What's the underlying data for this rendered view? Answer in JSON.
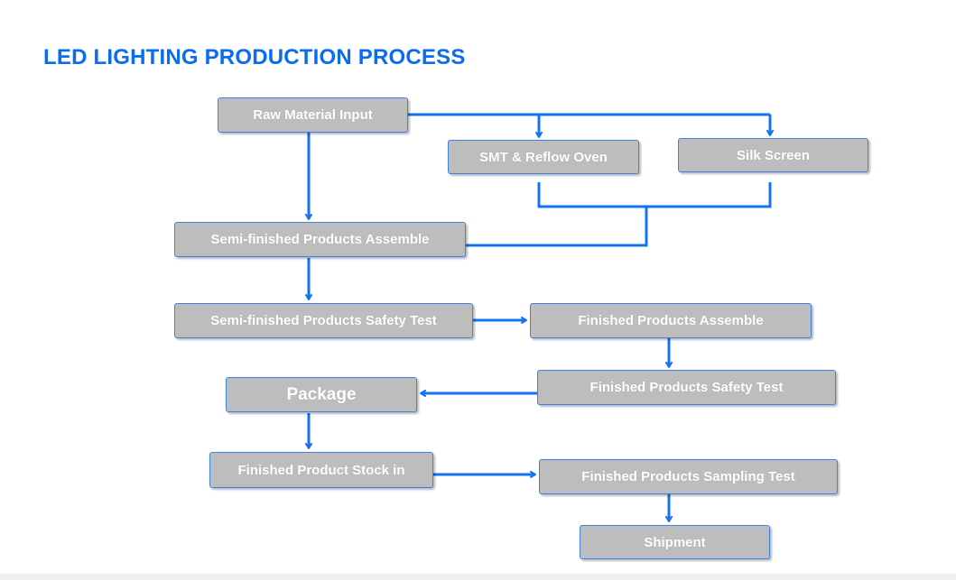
{
  "title": "LED LIGHTING PRODUCTION PROCESS",
  "colors": {
    "accent": "#0a6cf0",
    "box_fill": "#bdbdbd",
    "box_border": "#3d82e6",
    "box_text": "#ffffff",
    "arrow": "#1473f0"
  },
  "steps": {
    "raw_material_input": "Raw Material Input",
    "smt_reflow_oven": "SMT & Reflow Oven",
    "silk_screen": "Silk Screen",
    "semi_finished_assemble": "Semi-finished Products Assemble",
    "semi_finished_safety_test": "Semi-finished Products Safety Test",
    "finished_assemble": "Finished Products Assemble",
    "finished_safety_test": "Finished Products Safety Test",
    "package": "Package",
    "finished_stock_in": "Finished Product Stock in",
    "finished_sampling_test": "Finished Products Sampling Test",
    "shipment": "Shipment"
  }
}
